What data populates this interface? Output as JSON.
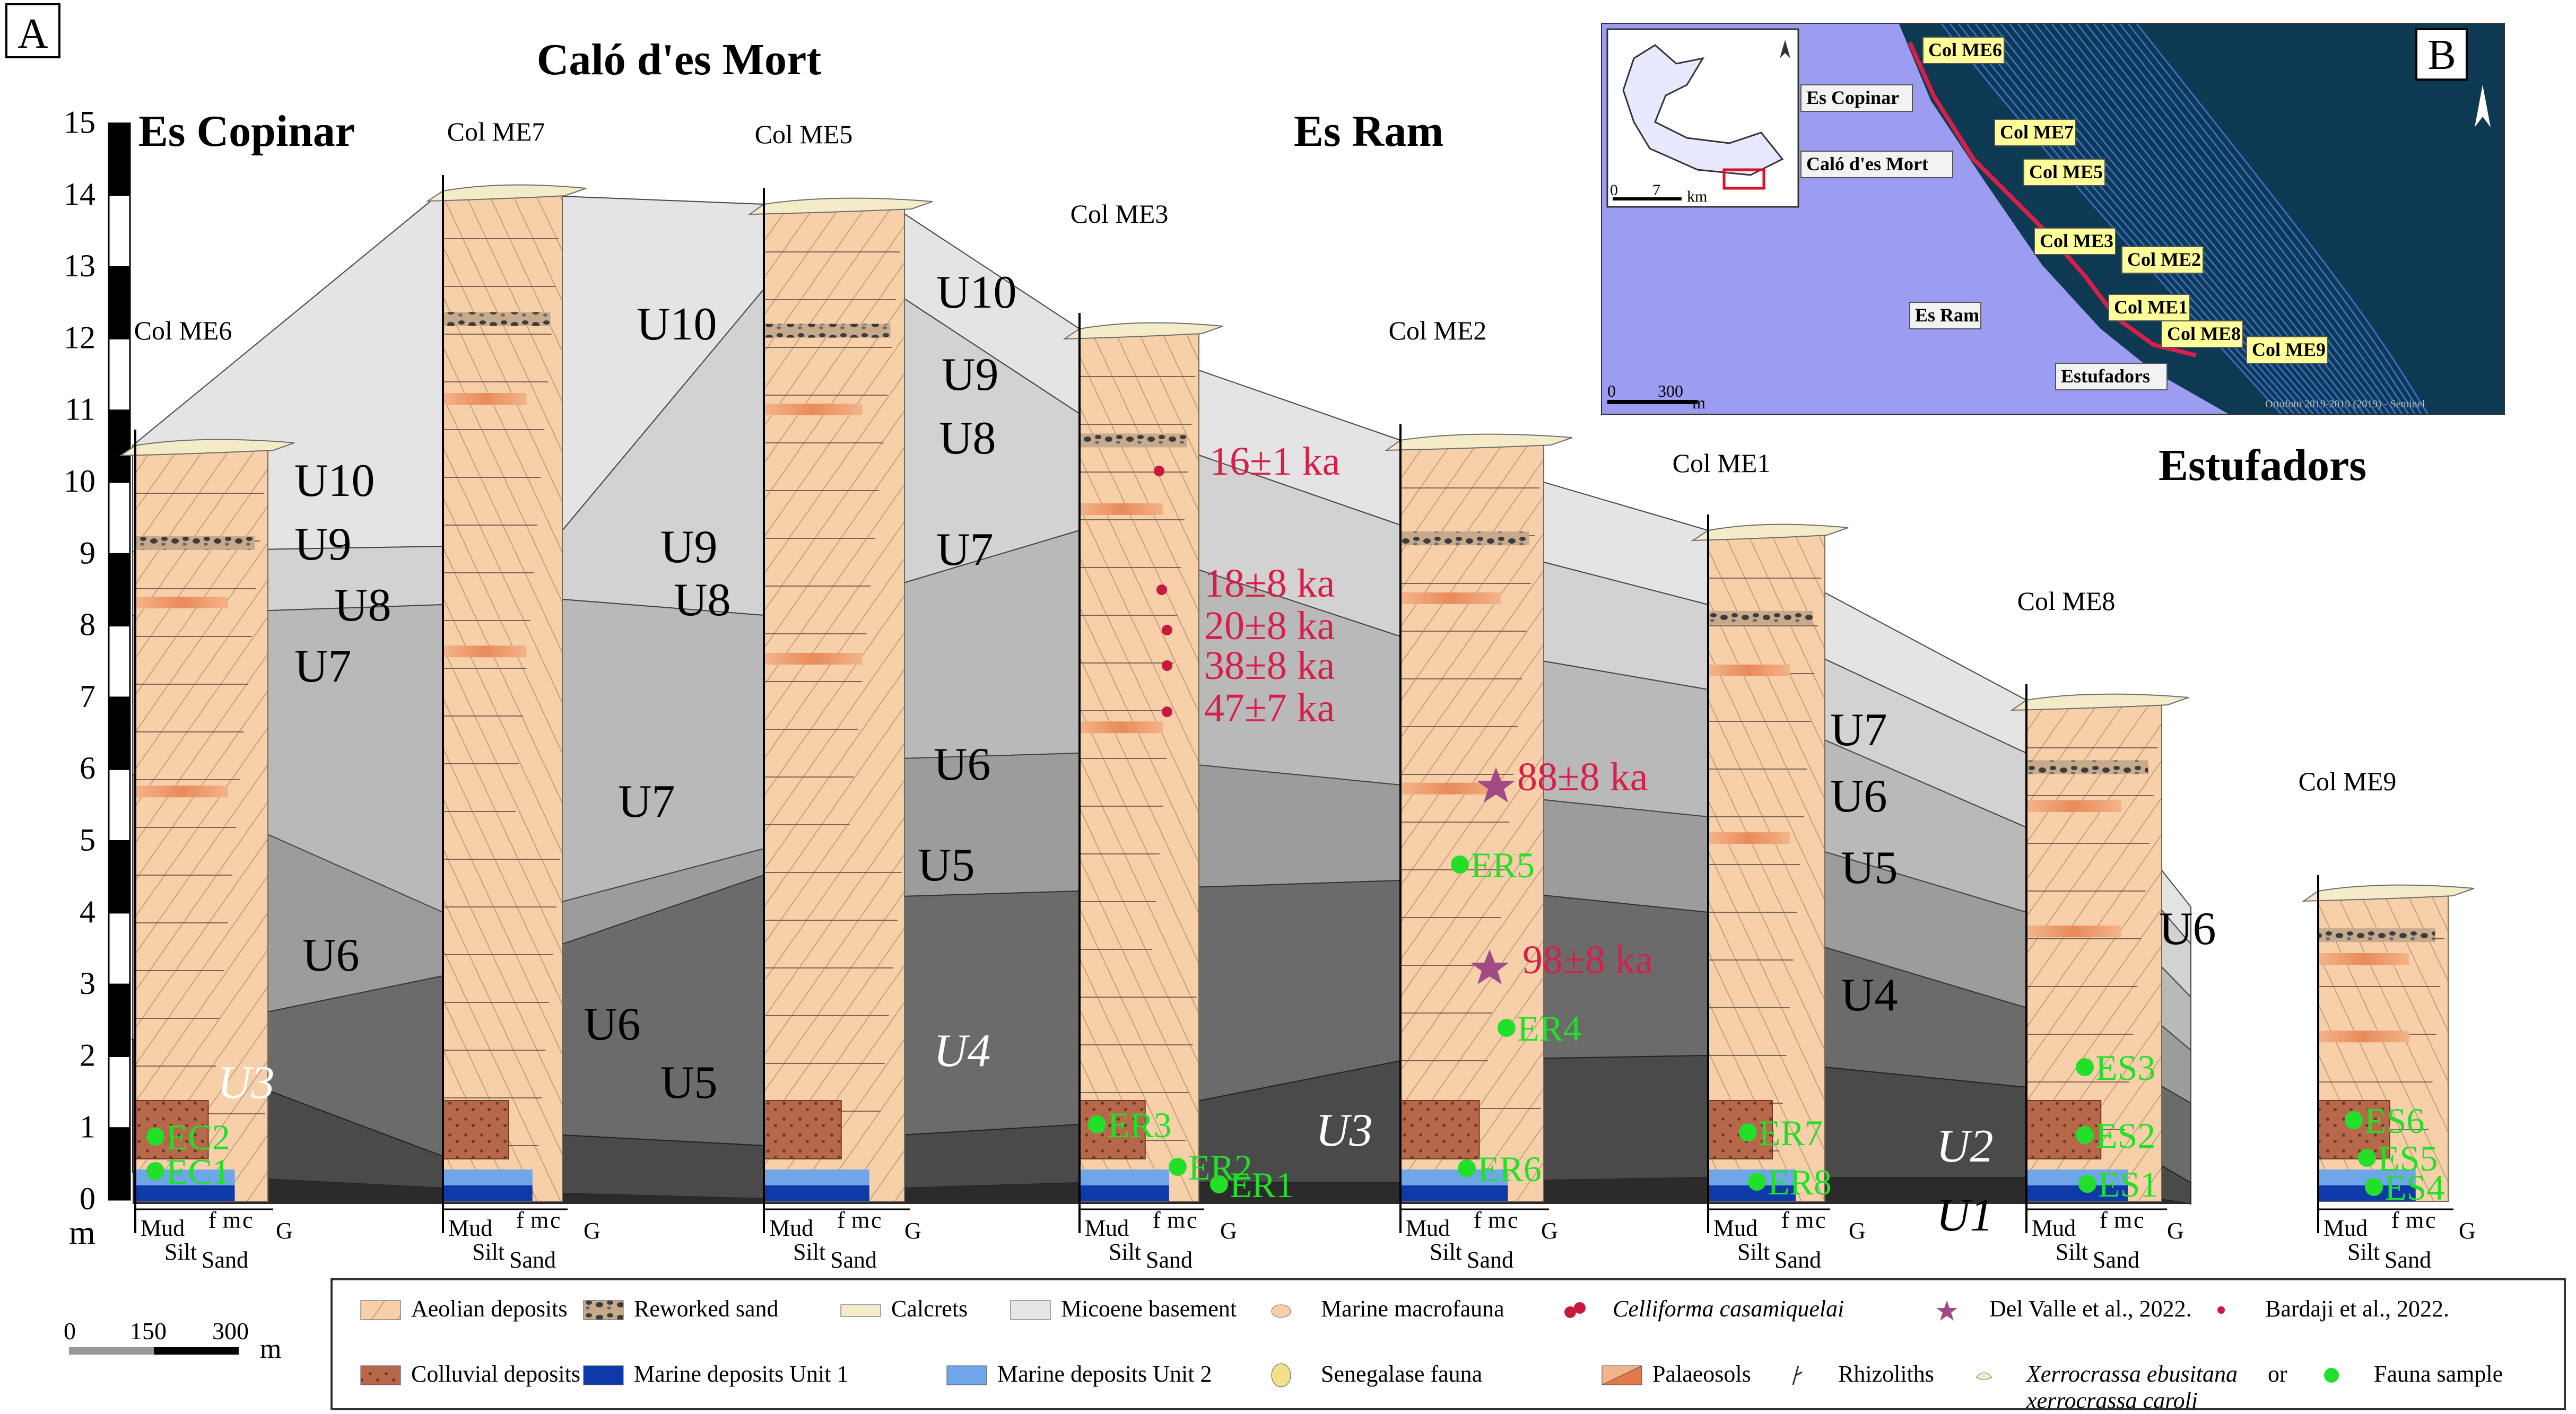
{
  "panel_labels": {
    "a": "A",
    "b": "B"
  },
  "titles": {
    "calo": "Caló d'es Mort",
    "copinar": "Es Copinar",
    "esram": "Es Ram",
    "estufadors": "Estufadors"
  },
  "axis": {
    "unit": "m",
    "ticks": [
      "0",
      "1",
      "2",
      "3",
      "4",
      "5",
      "6",
      "7",
      "8",
      "9",
      "10",
      "11",
      "12",
      "13",
      "14",
      "15"
    ]
  },
  "columns": [
    {
      "id": "me6",
      "label": "Col ME6"
    },
    {
      "id": "me7",
      "label": "Col ME7"
    },
    {
      "id": "me5",
      "label": "Col ME5"
    },
    {
      "id": "me3",
      "label": "Col ME3"
    },
    {
      "id": "me2",
      "label": "Col ME2"
    },
    {
      "id": "me1",
      "label": "Col ME1"
    },
    {
      "id": "me8",
      "label": "Col ME8"
    },
    {
      "id": "me9",
      "label": "Col ME9"
    }
  ],
  "grain_scale": {
    "mud": "Mud",
    "silt": "Silt",
    "sand": "Sand",
    "f": "f",
    "m": "m",
    "c": "c",
    "g": "G"
  },
  "units": [
    "U1",
    "U2",
    "U3",
    "U4",
    "U5",
    "U6",
    "U7",
    "U8",
    "U9",
    "U10"
  ],
  "ages": [
    "16±1 ka",
    "18±8 ka",
    "20±8 ka",
    "38±8 ka",
    "47±7 ka",
    "88±8 ka",
    "98±8 ka"
  ],
  "samples": [
    "EC2",
    "EC1",
    "ER1",
    "ER2",
    "ER3",
    "ER4",
    "ER5",
    "ER6",
    "ER7",
    "ER8",
    "ES1",
    "ES2",
    "ES3",
    "ES4",
    "ES5",
    "ES6"
  ],
  "scale_bar": {
    "zero": "0",
    "mid": "150",
    "end": "300",
    "unit": "m"
  },
  "legend": {
    "aeolian": "Aeolian deposits",
    "reworked": "Reworked sand",
    "calcretes": "Calcrets",
    "basement": "Micoene basement",
    "macrofauna": "Marine macrofauna",
    "celliforma": "Celliforma casamiquelai",
    "delvalle": "Del Valle et al., 2022.",
    "bardaji": "Bardaji et al., 2022.",
    "colluvial": "Colluvial deposits",
    "marine1": "Marine deposits Unit 1",
    "marine2": "Marine deposits Unit 2",
    "senegalese": "Senegalase fauna",
    "palaeosols": "Palaeosols",
    "rhizoliths": "Rhizoliths",
    "xerro_a": "Xerrocrassa ebusitana",
    "xerro_or": "or",
    "xerro_b": "xerrocrassa caroli",
    "fauna_sample": "Fauna sample"
  },
  "map": {
    "labels": {
      "copinar": "Es Copinar",
      "calo": "Caló d'es Mort",
      "esram": "Es Ram",
      "estufadors": "Estufadors",
      "me6": "Col ME6",
      "me7": "Col ME7",
      "me5": "Col ME5",
      "me3": "Col ME3",
      "me2": "Col ME2",
      "me1": "Col ME1",
      "me8": "Col ME8",
      "me9": "Col ME9"
    },
    "inset_scale": {
      "zero": "0",
      "end": "7",
      "unit": "km"
    },
    "scale": {
      "zero": "0",
      "end": "300",
      "unit": "m"
    },
    "credit": "Ortofoto 2019-2019 (2019) - Sentinel"
  },
  "colors": {
    "aeolian": "#f7cfa9",
    "aeolian_line": "#a9886a",
    "palaeosol": "#e2794a",
    "colluvial": "#b8684a",
    "marine1": "#0d3aa8",
    "marine2": "#6fa6ea",
    "basement": "#e6e6e6",
    "unit_light": "#dcdcdc",
    "unit_mid": "#b4b4b4",
    "unit_dark": "#5e5e5e",
    "age": "#d81f4a",
    "sample": "#22e02a"
  }
}
